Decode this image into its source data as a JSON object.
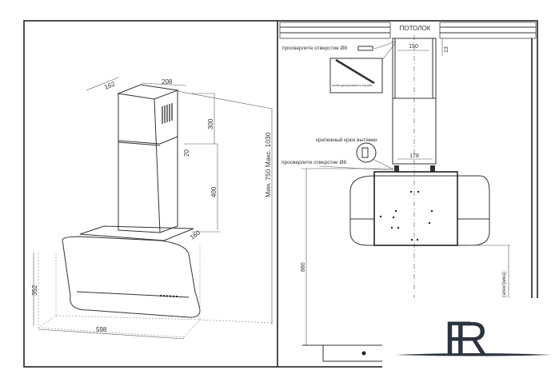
{
  "left_view": {
    "dims": {
      "depth_top": "162",
      "width_top": "208",
      "upper_chimney": "300",
      "overlap": "20",
      "lower_chimney": "400",
      "range": "Мин. 750   Макс. 1030",
      "bracket": "160",
      "height_body": "352",
      "width_body": "598"
    }
  },
  "right_view": {
    "ceiling": "ПОТОЛОК",
    "drill_top": "просверлите отверстие Ø8",
    "bracket_caption": "скоба декоративного короба",
    "dim_150": "150",
    "dim_13": "13",
    "hook_label": "крепежный крюк вытяжки",
    "drill_bottom": "просверлите отверстие Ø8",
    "dim_178": "178",
    "dim_880": "880",
    "side_note": "(электрика)"
  },
  "logo": {
    "text": "FR",
    "color": "#2b3440"
  }
}
